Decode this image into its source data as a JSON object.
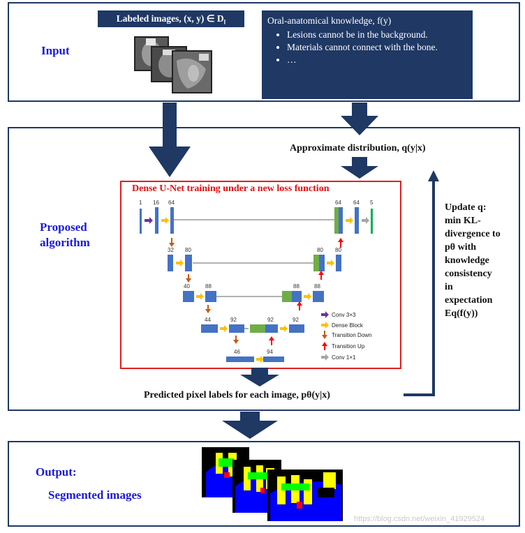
{
  "input": {
    "label": "Input",
    "labeled_images_title": "Labeled images, (x, y) ∈ D",
    "labeled_images_sub": "l",
    "knowledge_title": "Oral-anatomical knowledge, f(y)",
    "knowledge_items": [
      "Lesions cannot be in the background.",
      "Materials cannot connect with the bone.",
      "…"
    ]
  },
  "algorithm": {
    "label_line1": "Proposed",
    "label_line2": "algorithm",
    "approx": "Approximate distribution, q(y|x)",
    "network_title": "Dense U-Net training under a new loss function",
    "predicted": "Predicted pixel labels for each image, pθ(y|x)",
    "update_lines": [
      "Update q:",
      "min KL-",
      "divergence to",
      "pθ with",
      "knowledge",
      "consistency",
      "in",
      "expectation",
      "Eq(f(y))"
    ]
  },
  "network": {
    "enc_labels": [
      "1",
      "16",
      "64",
      "32",
      "80",
      "40",
      "88",
      "44",
      "92",
      "46"
    ],
    "dec_labels": [
      "64",
      "64",
      "5",
      "80",
      "80",
      "88",
      "88",
      "92",
      "92",
      "94"
    ],
    "legend": [
      "Conv 3×3",
      "Dense Block",
      "Transition Down",
      "Transition Up",
      "Conv 1×1"
    ],
    "colors": {
      "block": "#4472c4",
      "concat": "#70ad47",
      "conv3": "#7030a0",
      "dense": "#ffc000",
      "down": "#c55a11",
      "up": "#ff0000",
      "conv1": "#a6a6a6",
      "out": "#00b050"
    }
  },
  "output": {
    "label_line1": "Output:",
    "label_line2": "Segmented images"
  },
  "watermark": "https://blog.csdn.net/weixin_41929524"
}
